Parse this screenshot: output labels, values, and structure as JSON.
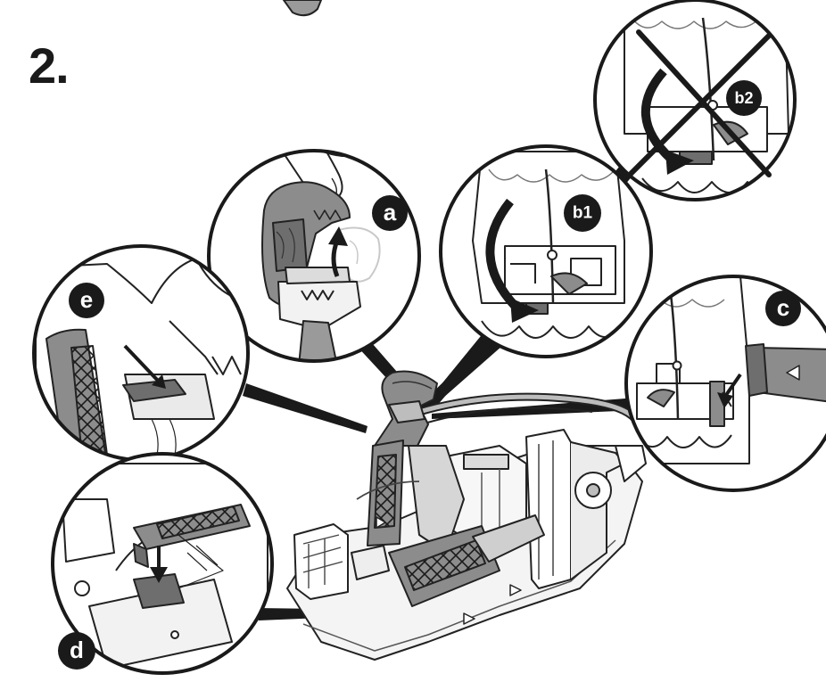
{
  "step": {
    "number": "2."
  },
  "callouts": {
    "a": {
      "label": "a"
    },
    "b1": {
      "label": "b1"
    },
    "b2": {
      "label": "b2"
    },
    "c": {
      "label": "c"
    },
    "d": {
      "label": "d"
    },
    "e": {
      "label": "e"
    }
  },
  "colors": {
    "ink": "#1a1a1a",
    "line": "#222222",
    "part_grey": "#8c8c8c",
    "part_grey_light": "#bdbdbd",
    "faint": "#c9c9c9",
    "background": "#ffffff"
  },
  "icons": [
    "curved-arrow-icon",
    "down-arrow-icon",
    "triangle-arrow-icon",
    "cross-mark-icon"
  ]
}
